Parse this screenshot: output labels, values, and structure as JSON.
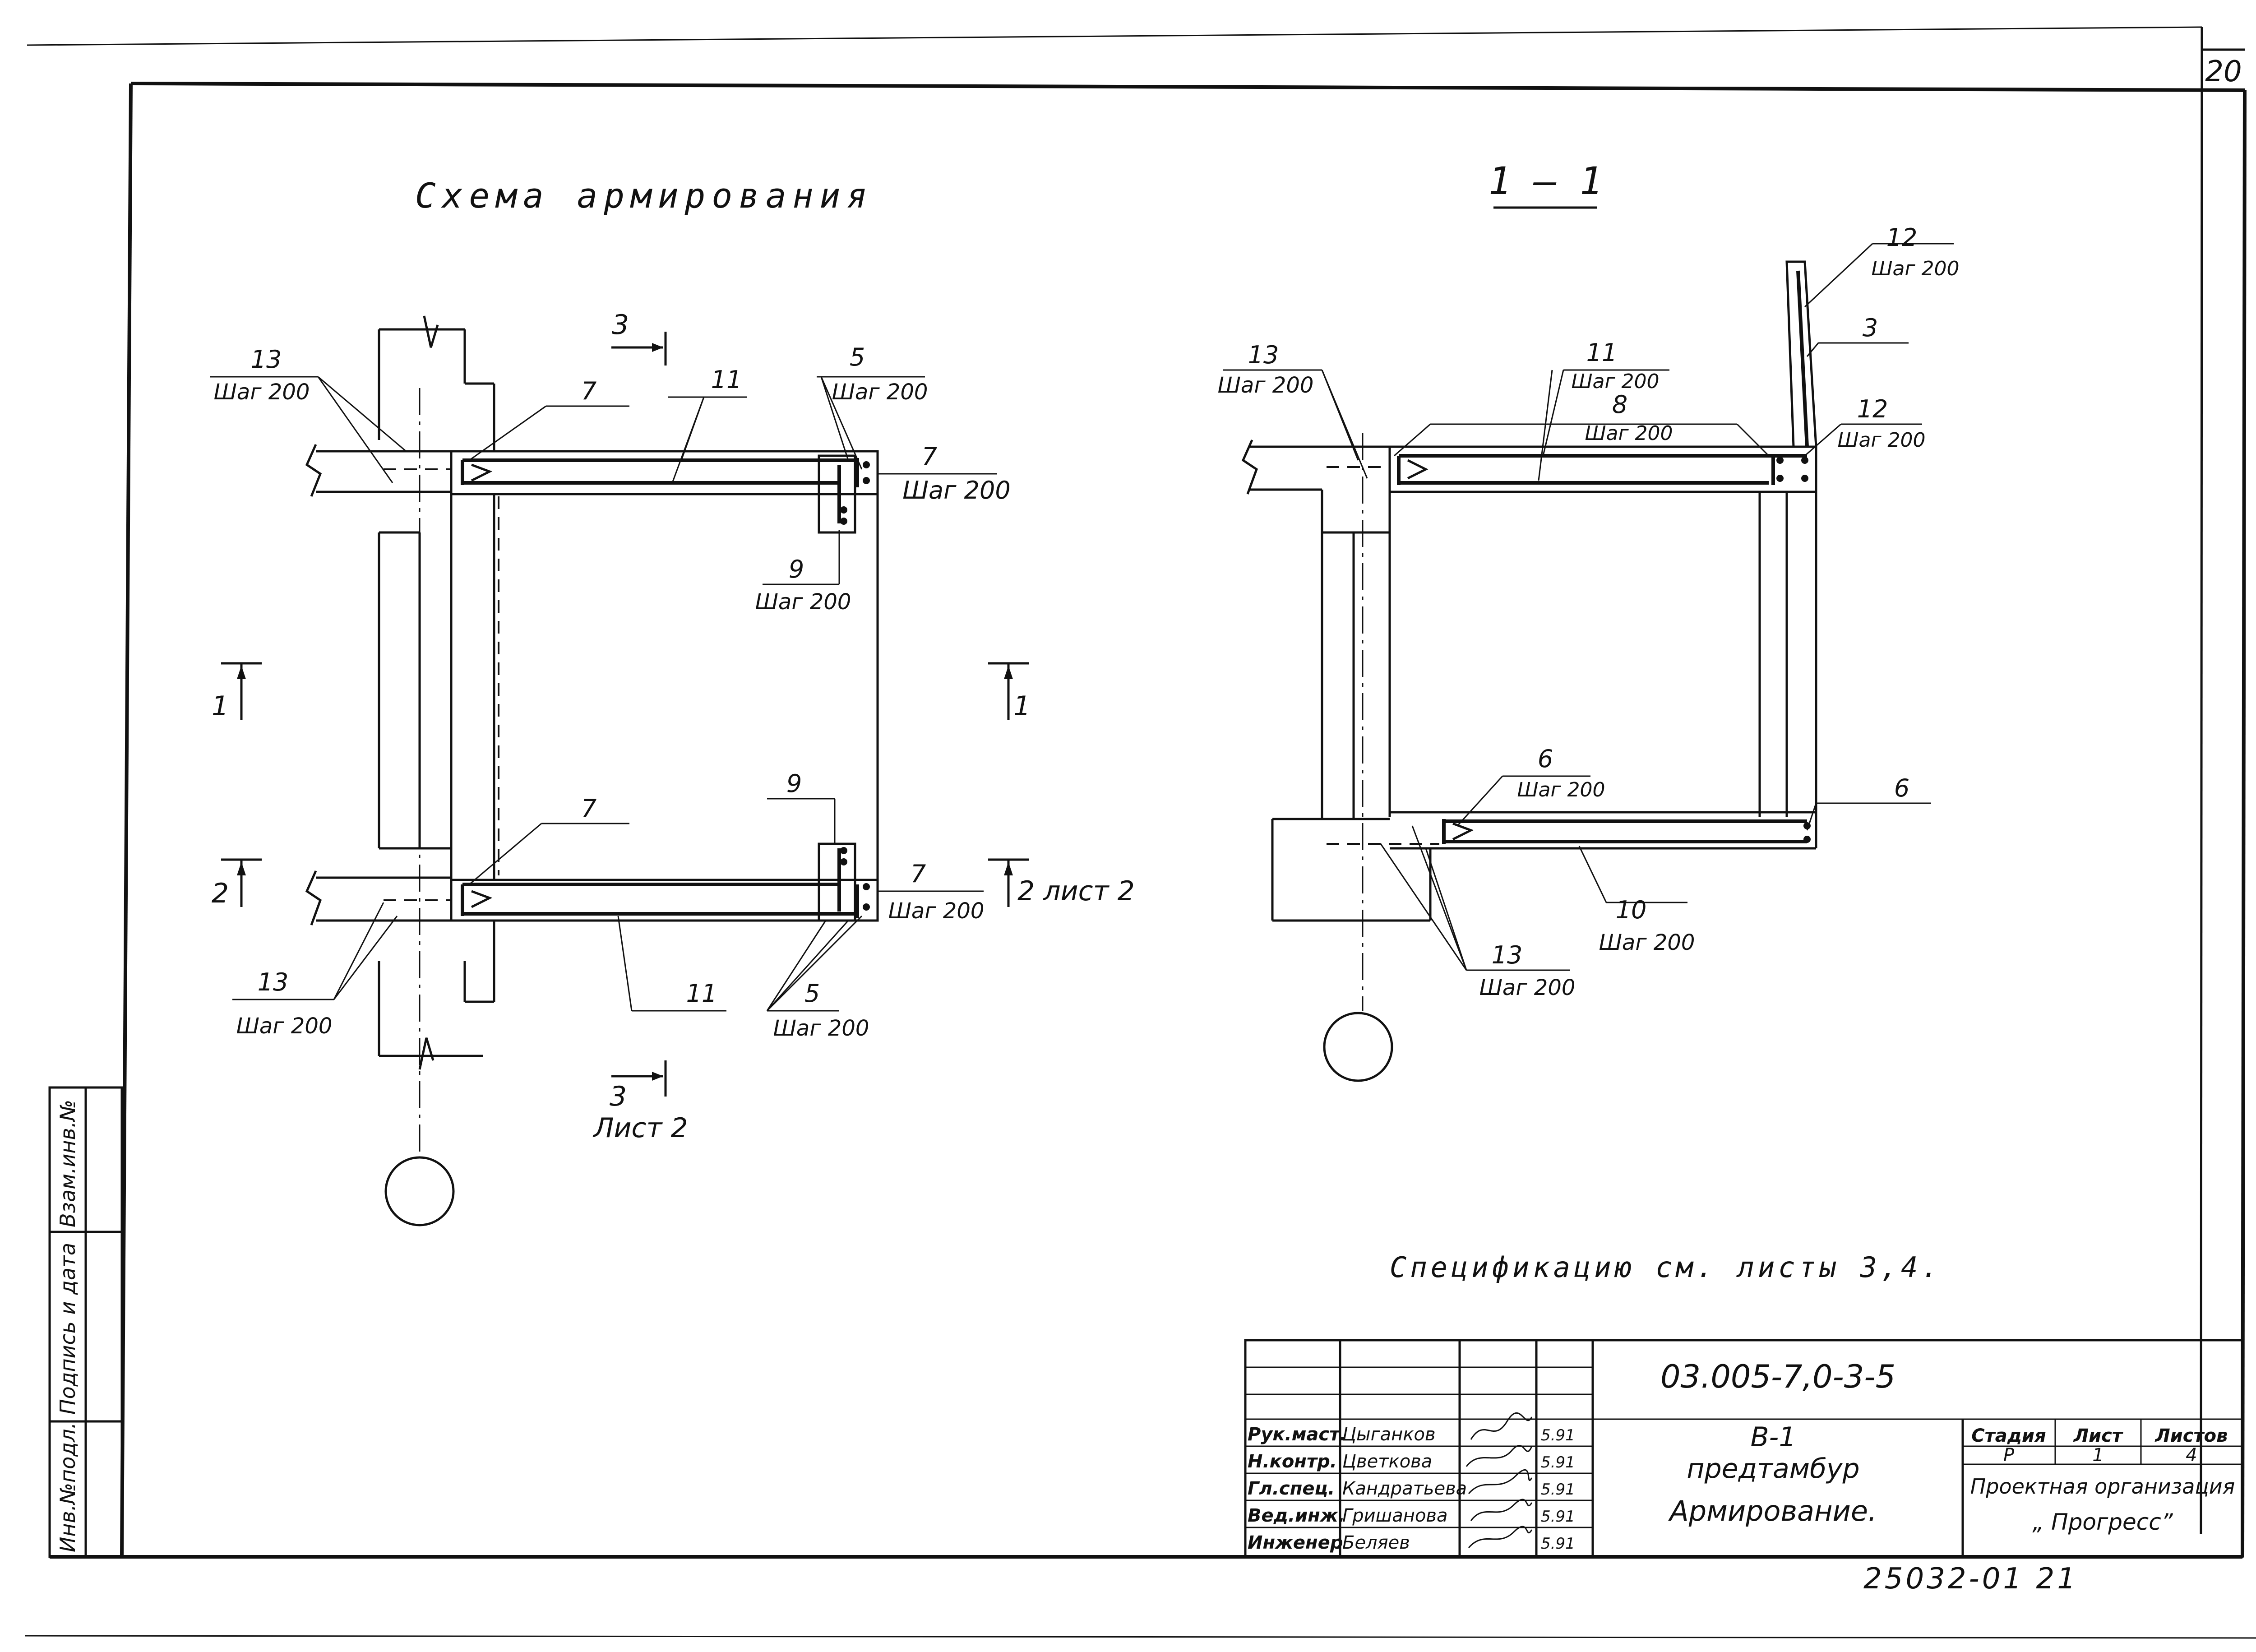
{
  "sheet_number": "20",
  "plan": {
    "title": "Схема армирования",
    "callouts": {
      "c13_top": {
        "num": "13",
        "step": "Шаг 200"
      },
      "c7_top": {
        "num": "7"
      },
      "c11_top": {
        "num": "11"
      },
      "c5_top": {
        "num": "5",
        "step": "Шаг 200"
      },
      "c7_right_top": {
        "num": "7",
        "step": "Шаг 200"
      },
      "c9_top": {
        "num": "9",
        "step": "Шаг 200"
      },
      "c7_bottom": {
        "num": "7"
      },
      "c9_bottom": {
        "num": "9"
      },
      "c7_right_bottom": {
        "num": "7",
        "step": "Шаг 200"
      },
      "c13_bottom": {
        "num": "13",
        "step": "Шаг 200"
      },
      "c11_bottom": {
        "num": "11"
      },
      "c5_bottom": {
        "num": "5",
        "step": "Шаг 200"
      }
    },
    "section_marks": {
      "s3_top": "3",
      "s1_left": "1",
      "s1_right": "1",
      "s2_left": "2",
      "s2_right": "2 лист 2",
      "s3_bottom": "3",
      "s3_bottom_sheet": "Лист 2"
    }
  },
  "section": {
    "title": "1 – 1",
    "callouts": {
      "c13_top": {
        "num": "13",
        "step": "Шаг 200"
      },
      "c11": {
        "num": "11",
        "step": "Шаг 200"
      },
      "c8": {
        "num": "8",
        "step": "Шаг 200"
      },
      "c12_top": {
        "num": "12",
        "step": "Шаг 200"
      },
      "c3": {
        "num": "3"
      },
      "c12_mid": {
        "num": "12",
        "step": "Шаг 200"
      },
      "c6_inner": {
        "num": "6",
        "step": "Шаг 200"
      },
      "c6_right": {
        "num": "6"
      },
      "c10": {
        "num": "10",
        "step": "Шаг 200"
      },
      "c13_bottom": {
        "num": "13",
        "step": "Шаг 200"
      }
    }
  },
  "spec_note": "Спецификацию см. листы 3,4.",
  "title_block": {
    "code": "03.005-7,0-3-5",
    "rows": [
      {
        "role": "Рук.маст.",
        "name": "Цыганков",
        "date": "5.91"
      },
      {
        "role": "Н.контр.",
        "name": "Цветкова",
        "date": "5.91"
      },
      {
        "role": "Гл.спец.",
        "name": "Кандратьева",
        "date": "5.91"
      },
      {
        "role": "Вед.инж.",
        "name": "Гришанова",
        "date": "5.91"
      },
      {
        "role": "Инженер",
        "name": "Беляев",
        "date": "5.91"
      }
    ],
    "description_line1": "В-1",
    "description_line2": "предтамбур",
    "description_line3": "Армирование.",
    "stage_label": "Стадия",
    "sheet_label": "Лист",
    "sheets_label": "Листов",
    "stage": "Р",
    "sheet": "1",
    "sheets": "4",
    "org_line1": "Проектная организация",
    "org_line2": "„ Прогресс”"
  },
  "side_stamp": {
    "inv_label": "Инв.№подл.",
    "sign_label": "Подпись и дата",
    "replace_label": "Взам.инв.№"
  },
  "footer_code": "25032-01 21"
}
